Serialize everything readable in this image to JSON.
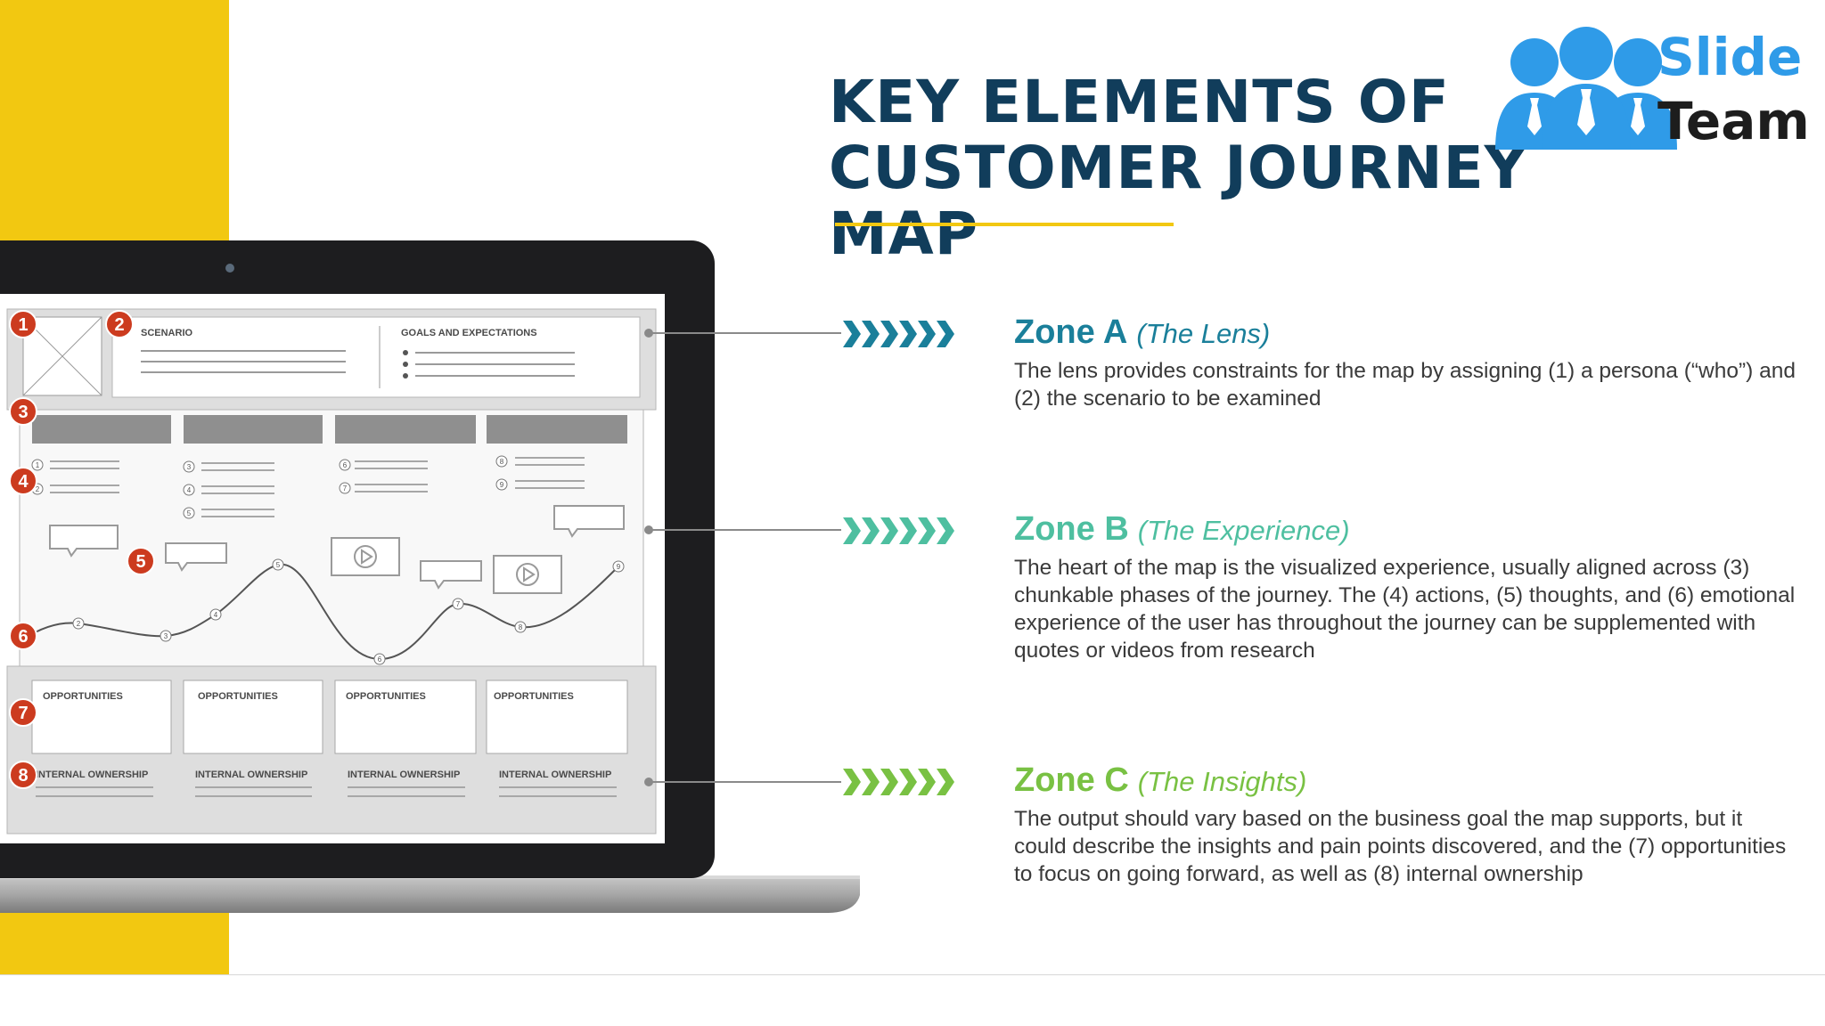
{
  "title": {
    "line1": "KEY ELEMENTS OF",
    "line2": "CUSTOMER JOURNEY MAP"
  },
  "logo": {
    "line1": "Slide",
    "line2": "Team"
  },
  "colors": {
    "yellow": "#f2c811",
    "navy": "#113d5b",
    "zone_a": "#1a7f9a",
    "zone_b": "#4ebfa0",
    "zone_c": "#79c143",
    "marker": "#cc3b1f"
  },
  "zones": [
    {
      "name": "Zone A",
      "subtitle": "(The Lens)",
      "text": "The lens provides constraints for the map by assigning (1) a persona (“who”) and (2) the scenario to be examined"
    },
    {
      "name": "Zone B",
      "subtitle": "(The Experience)",
      "text": "The heart of the map is the visualized experience, usually aligned across (3) chunkable phases of the journey. The (4) actions, (5) thoughts, and (6) emotional experience of the user has throughout the journey can be supplemented with quotes or videos from research"
    },
    {
      "name": "Zone C",
      "subtitle": "(The Insights)",
      "text": "The output should vary based on the business goal the map supports, but it could describe the insights and pain points discovered, and the (7) opportunities to focus on going forward, as well as (8) internal ownership"
    }
  ],
  "map": {
    "scenario_label": "SCENARIO",
    "goals_label": "GOALS AND EXPECTATIONS",
    "opportunities_labels": [
      "OPPORTUNITIES",
      "OPPORTUNITIES",
      "OPPORTUNITIES",
      "OPPORTUNITIES"
    ],
    "ownership_labels": [
      "INTERNAL OWNERSHIP",
      "INTERNAL OWNERSHIP",
      "INTERNAL OWNERSHIP",
      "INTERNAL OWNERSHIP"
    ],
    "markers": [
      "1",
      "2",
      "3",
      "4",
      "5",
      "6",
      "7",
      "8"
    ],
    "curve_points": [
      "1",
      "2",
      "3",
      "4",
      "5",
      "6",
      "7",
      "8",
      "9"
    ],
    "action_numbers": [
      "1",
      "2",
      "3",
      "4",
      "5",
      "6",
      "7",
      "8",
      "9"
    ]
  }
}
